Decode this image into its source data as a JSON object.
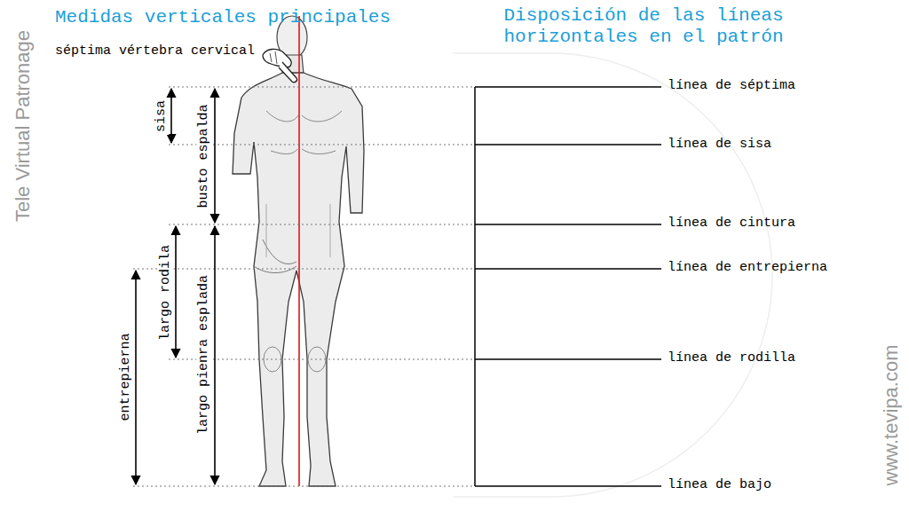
{
  "diagram": {
    "labels": [
      "Medidas verticales principales",
      "Disposición de las líneas horizontales en el patrón",
      "séptima vértebra cervical",
      "sisa",
      "busto espalda",
      "largo rodila",
      "largo pienra esplada",
      "entrepierna",
      "línea de séptima",
      "línea de sisa",
      "línea de cintura",
      "línea de entrepierna",
      "línea de rodilla",
      "línea de bajo",
      "Tele Virtual Patronage",
      "www.tevipa.com"
    ]
  }
}
